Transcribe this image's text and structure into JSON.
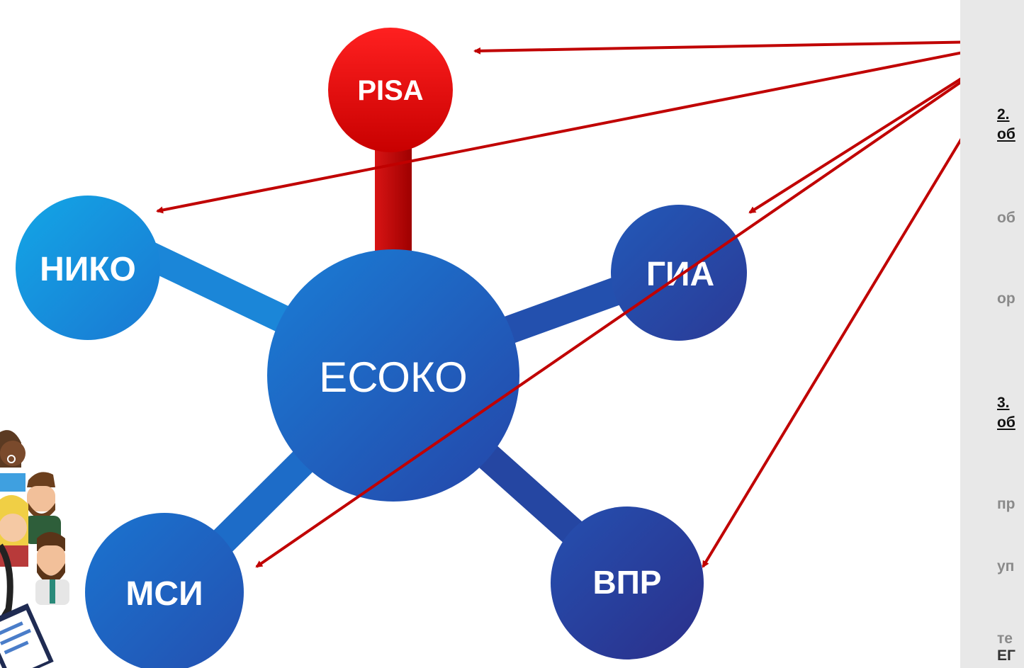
{
  "diagram": {
    "center": {
      "label": "ЕСОКО"
    },
    "nodes": [
      {
        "id": "pisa",
        "label": "PISA",
        "color": "#e01010"
      },
      {
        "id": "niko",
        "label": "НИКО",
        "color": "#1596dc"
      },
      {
        "id": "gia",
        "label": "ГИА",
        "color": "#2a4aa5"
      },
      {
        "id": "msi",
        "label": "МСИ",
        "color": "#1f62c0"
      },
      {
        "id": "vpr",
        "label": "ВПР",
        "color": "#2a3f9e"
      }
    ],
    "arrow_color": "#c00000"
  },
  "side_panel": {
    "heading_2_line1": "2.",
    "heading_2_line2": "об",
    "text_ob": "об",
    "text_or": "ор",
    "heading_3_line1": "3.",
    "heading_3_line2": "об",
    "text_pr": "пр",
    "text_up": "уп",
    "text_te": "те",
    "text_eg": "ЕГ"
  },
  "illustration": {
    "icon": "people-group-icon"
  }
}
